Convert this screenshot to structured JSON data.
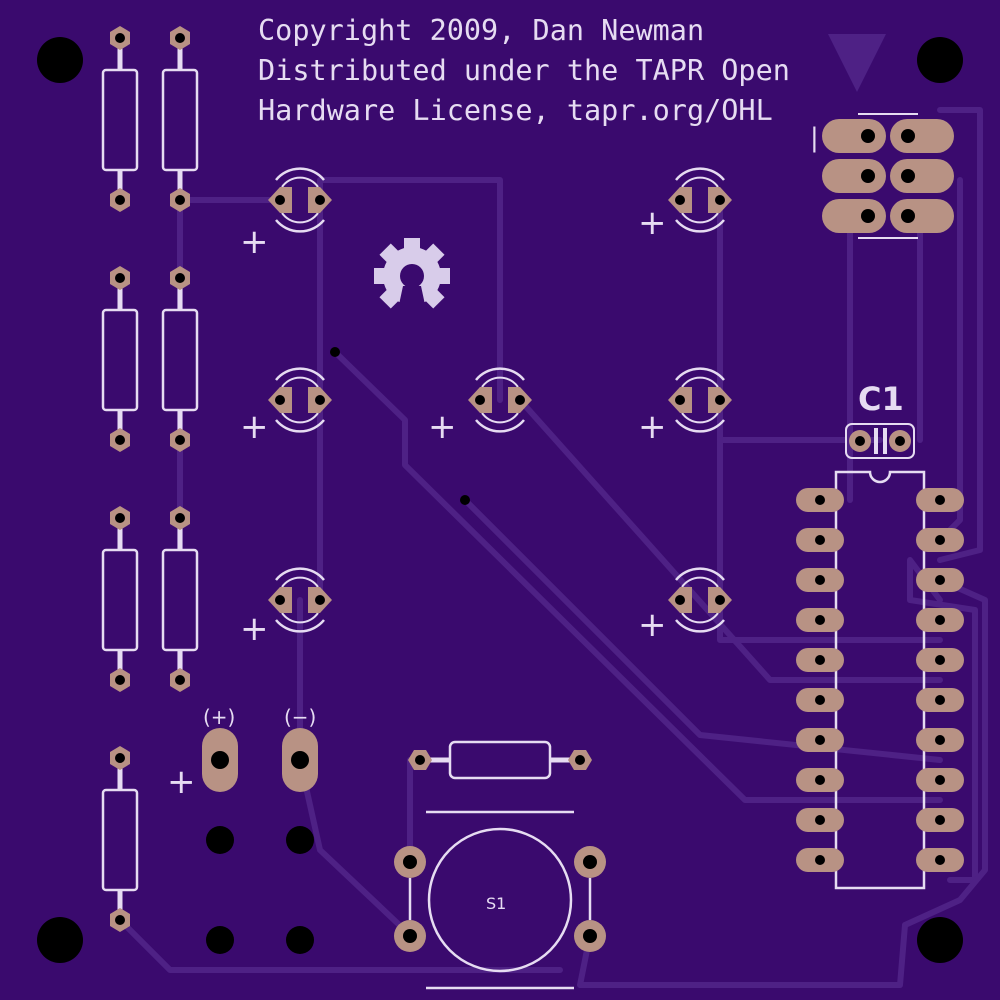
{
  "copyright": {
    "line1": "Copyright 2009, Dan Newman",
    "line2": "Distributed under the TAPR Open",
    "line3": "Hardware License, tapr.org/OHL"
  },
  "labels": {
    "capacitor": "C1",
    "switch": "S1",
    "battery_pos": "(+)",
    "battery_neg": "(−)",
    "plus": "+",
    "pin1_mark": "|"
  },
  "icons": {
    "logo": "open-hardware-gear-icon",
    "orientation": "triangle-down-icon"
  },
  "colors": {
    "board": "#3a0a6e",
    "trace": "#4e2185",
    "silk": "#e6dcf2",
    "copper": "#b89284",
    "hole": "#000000"
  }
}
